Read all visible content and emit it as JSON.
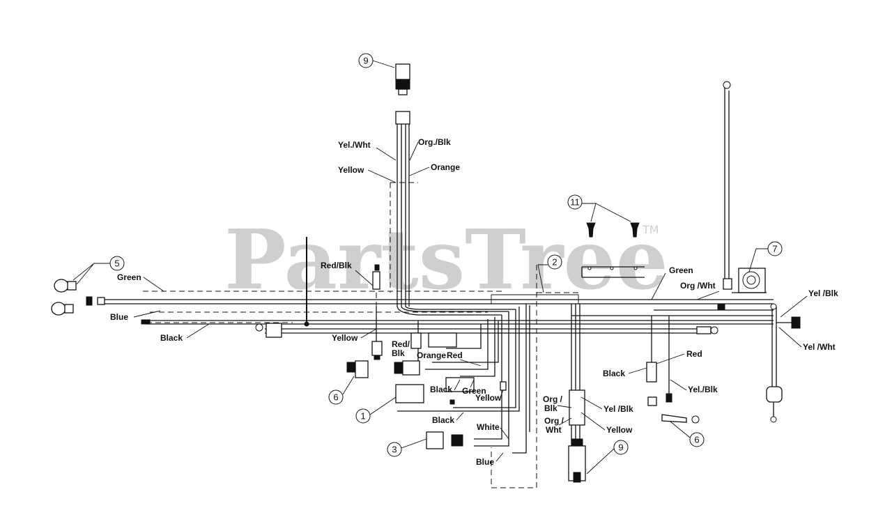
{
  "watermark": {
    "text": "PartsTree",
    "trademark": "TM"
  },
  "callouts": [
    {
      "id": "callout-9-top",
      "num": "9"
    },
    {
      "id": "callout-11",
      "num": "11"
    },
    {
      "id": "callout-5",
      "num": "5"
    },
    {
      "id": "callout-2",
      "num": "2"
    },
    {
      "id": "callout-7",
      "num": "7"
    },
    {
      "id": "callout-6-left",
      "num": "6"
    },
    {
      "id": "callout-1",
      "num": "1"
    },
    {
      "id": "callout-3",
      "num": "3"
    },
    {
      "id": "callout-9-bottom",
      "num": "9"
    },
    {
      "id": "callout-6-right",
      "num": "6"
    }
  ],
  "wire_labels": [
    "Yel./Wht",
    "Org./Blk",
    "Yellow",
    "Orange",
    "Green",
    "Blue",
    "Black",
    "Red/Blk",
    "Yellow",
    "Red/",
    "Blk",
    "Orange",
    "Red",
    "Black",
    "Green",
    "Yellow",
    "Black",
    "White",
    "Blue",
    "Green",
    "Org /Wht",
    "Yel /Blk",
    "Yel /Wht",
    "Black",
    "Red",
    "Yel./Blk",
    "Org /",
    "Blk",
    "Yel /Blk",
    "Org /",
    "Wht",
    "Yellow"
  ]
}
